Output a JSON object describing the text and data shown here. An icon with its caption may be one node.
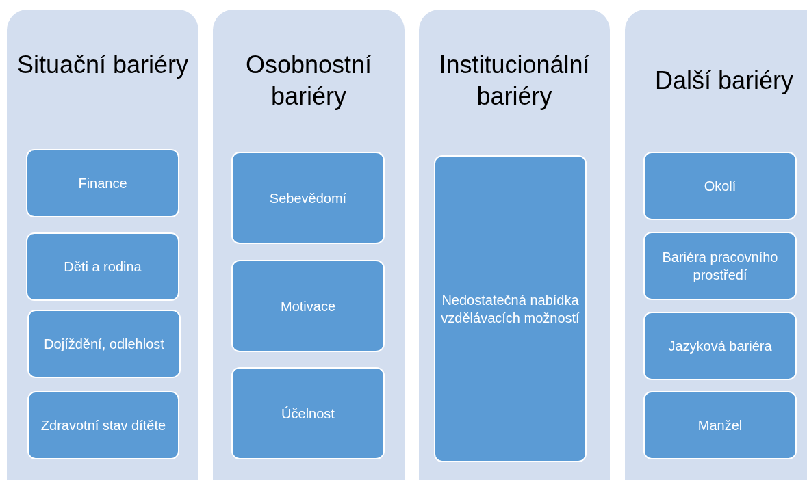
{
  "diagram": {
    "nodes": [
      {
        "text": [
          "Situační bariéry"
        ]
      },
      {
        "text": [
          "Finance"
        ],
        "in": 0
      },
      {
        "text": [
          "Děti a rodina"
        ],
        "in": 0
      },
      {
        "text": [
          "Dojíždění, odlehlost"
        ],
        "in": 0
      },
      {
        "text": [
          "Zdravotní stav dítěte"
        ],
        "in": 0
      },
      {
        "text": [
          "Osobnostní bariéry"
        ]
      },
      {
        "text": [
          "Sebevědomí"
        ],
        "in": 5
      },
      {
        "text": [
          "Motivace"
        ],
        "in": 5
      },
      {
        "text": [
          "Účelnost"
        ],
        "in": 5
      },
      {
        "text": [
          "Institucionální bariéry"
        ]
      },
      {
        "text": [
          "Nedostatečná nabídka vzdělávacích možností"
        ],
        "in": 9
      },
      {
        "text": [
          "Další bariéry"
        ]
      },
      {
        "text": [
          "Okolí"
        ],
        "in": 11
      },
      {
        "text": [
          "Bariéra pracovního prostředí"
        ],
        "in": 11
      },
      {
        "text": [
          "Jazyková bariéra"
        ],
        "in": 11
      },
      {
        "text": [
          "Manžel"
        ],
        "in": 11
      }
    ]
  }
}
